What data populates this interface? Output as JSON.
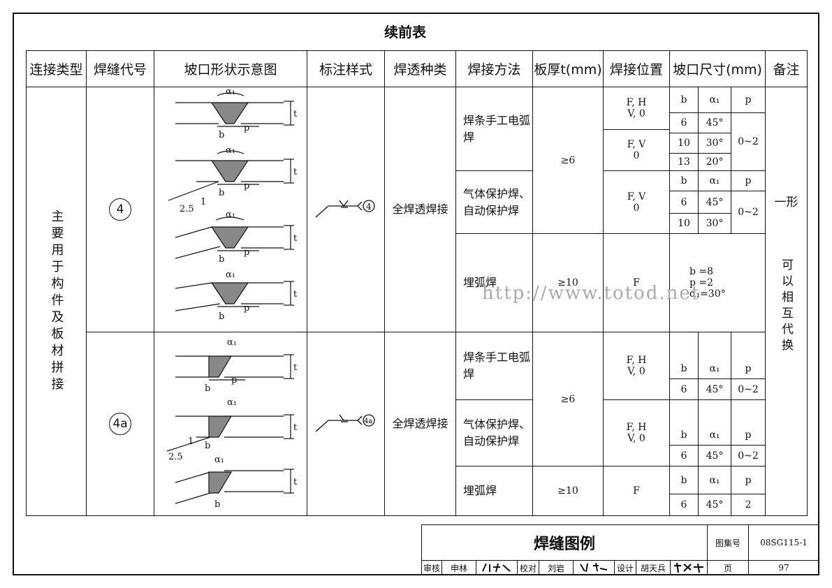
{
  "title": "续前表",
  "headers": [
    "连接类型",
    "焊缝代号",
    "坡口形状示意图",
    "标注样式",
    "焊透种类",
    "焊接方法",
    "板厚t(mm)",
    "焊接位置",
    "坡口尺寸(mm)",
    "备注"
  ],
  "conn_type": "主要用于构件及板材拼接",
  "code_4": "4",
  "code_4a": "4a",
  "penetration": "全焊透焊接",
  "methods": {
    "manual": "焊条手工电弧焊",
    "gas": "气体保护焊、自动保护焊",
    "sub": "埋弧焊"
  },
  "thick": {
    "t6": "≥6",
    "t10": "≥10"
  },
  "pos": {
    "fhv0": "F, H\nV, 0",
    "fv0": "F, V\n0",
    "f": "F"
  },
  "dim": {
    "b": "b",
    "a": "α₁",
    "p": "p",
    "r1": [
      "6",
      "45°"
    ],
    "r2": [
      "10",
      "30°"
    ],
    "r3": [
      "13",
      "20°"
    ],
    "p02": "0~2",
    "p2": "2",
    "sub4": [
      "b =8",
      "p =2",
      "α₁=30°"
    ]
  },
  "remark": {
    "r1": "一形",
    "r2": "可以相互代换"
  },
  "watermark": "http://www.totod.net",
  "fig": {
    "slope": "2.5",
    "one": "1",
    "t": "t",
    "b": "b",
    "p": "p",
    "a1": "α₁"
  },
  "titleblock": {
    "name": "焊缝图例",
    "set_label": "图集号",
    "set_no": "08SG115-1",
    "review": "审核",
    "reviewer": "申林",
    "check": "校对",
    "checker": "刘岩",
    "design": "设计",
    "designer": "胡天兵",
    "page_label": "页",
    "page": "97"
  }
}
